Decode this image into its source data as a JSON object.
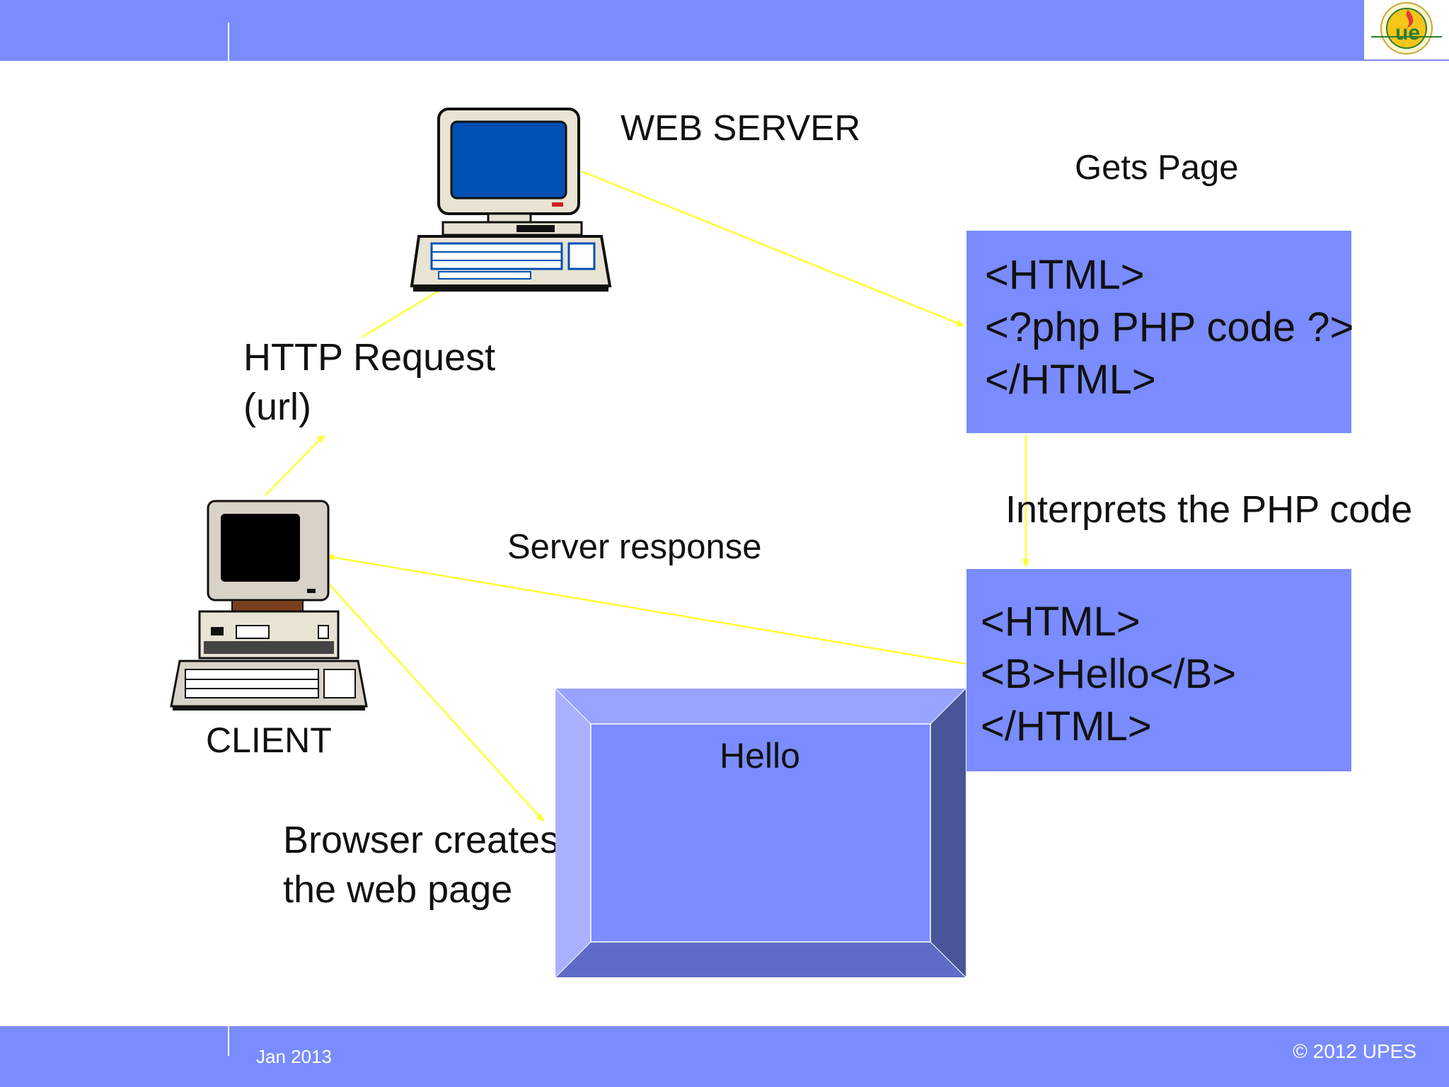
{
  "footer": {
    "date": "Jan 2013",
    "copyright": "© 2012 UPES"
  },
  "labels": {
    "web_server": "WEB SERVER",
    "gets_page": "Gets Page",
    "http_request": [
      "HTTP Request",
      "(url)"
    ],
    "client": "CLIENT",
    "server_response": "Server response",
    "interprets": "Interprets the PHP code",
    "browser_creates": [
      "Browser creates",
      "the web page"
    ]
  },
  "php_page": [
    "<HTML>",
    "<?php PHP code ?>",
    "</HTML>"
  ],
  "output_page": [
    "<HTML>",
    "<B>Hello</B>",
    "</HTML>"
  ],
  "browser_display": "Hello",
  "colors": {
    "bar": "#7a8cff",
    "box": "#7a8cff",
    "arrow": "#ffff33"
  },
  "icons": {
    "server": "desktop-computer-icon",
    "client": "desktop-computer-icon",
    "logo": "upes-logo"
  }
}
